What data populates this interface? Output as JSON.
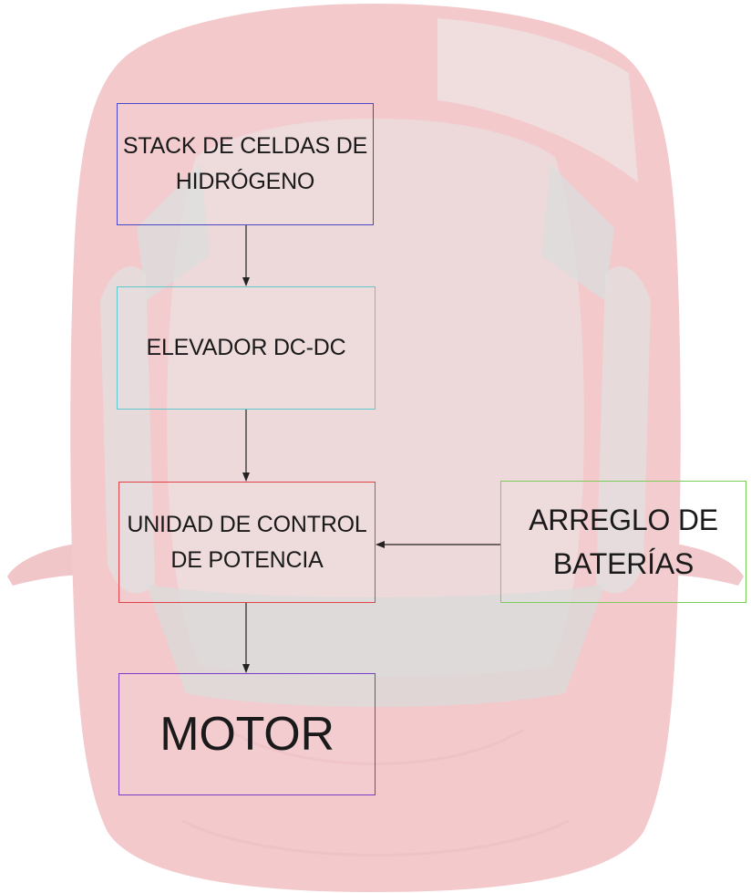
{
  "colors": {
    "stack_border": "#4a46c8",
    "elevador_border": "#5ec8cc",
    "unidad_border": "#e0424a",
    "arreglo_border": "#7ccc58",
    "motor_border": "#7a3cc8",
    "arrow": "#222222",
    "car_body": "#f3c9cc"
  },
  "diagram": {
    "nodes": [
      {
        "id": "stack",
        "label": "STACK DE CELDAS DE\nHIDRÓGENO"
      },
      {
        "id": "elevador",
        "label": "ELEVADOR DC-DC"
      },
      {
        "id": "unidad",
        "label": "UNIDAD DE CONTROL\nDE POTENCIA"
      },
      {
        "id": "arreglo",
        "label": "ARREGLO DE\nBATERÍAS"
      },
      {
        "id": "motor",
        "label": "MOTOR"
      }
    ],
    "edges": [
      {
        "from": "stack",
        "to": "elevador"
      },
      {
        "from": "elevador",
        "to": "unidad"
      },
      {
        "from": "arreglo",
        "to": "unidad"
      },
      {
        "from": "unidad",
        "to": "motor"
      }
    ]
  }
}
